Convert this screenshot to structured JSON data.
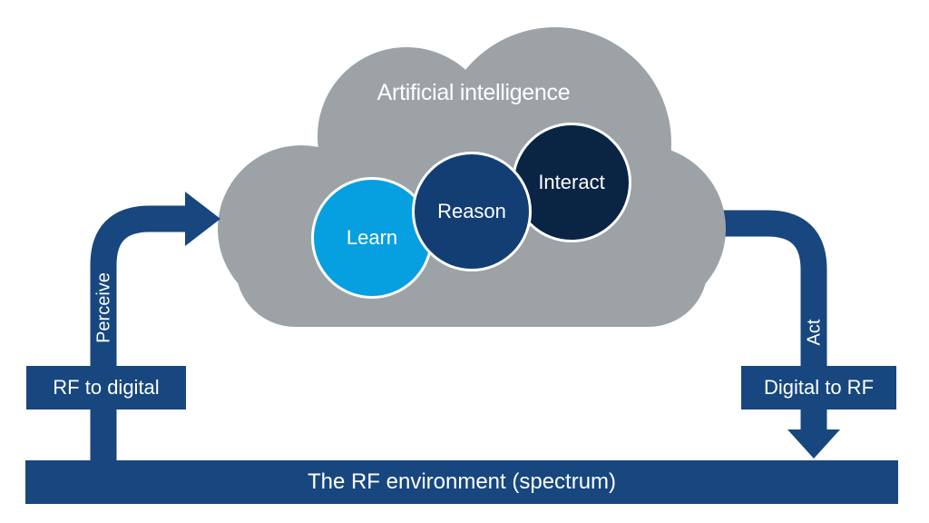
{
  "palette": {
    "cloud_gray": "#9DA2A7",
    "primary_blue": "#17477E",
    "learn_blue": "#069FE0",
    "reason_blue": "#123E73",
    "interact_navy": "#0A2444",
    "label_white": "#FFFFFF"
  },
  "cloud": {
    "label": "Artificial intelligence"
  },
  "circles": [
    {
      "label": "Learn"
    },
    {
      "label": "Reason"
    },
    {
      "label": "Interact"
    }
  ],
  "left_flow": {
    "arrow_label": "Perceive",
    "box_label": "RF to digital"
  },
  "right_flow": {
    "arrow_label": "Act",
    "box_label": "Digital to RF"
  },
  "bottom_bar": {
    "label": "The RF environment (spectrum)"
  }
}
